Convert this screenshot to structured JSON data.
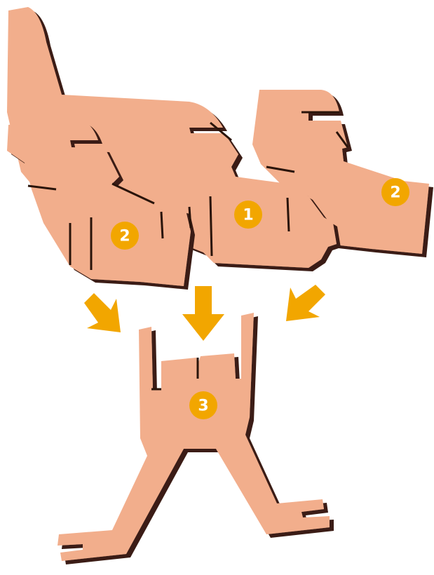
{
  "colors": {
    "piece_fill": "#F2AE8C",
    "piece_edge": "#3B1F12",
    "piece_slot": "#2A140A",
    "badge_fill": "#F2A600",
    "arrow_fill": "#F2A600",
    "background": "#FFFFFF"
  },
  "badges": {
    "big_piece": "1",
    "left_piece": "2",
    "right_piece": "2",
    "stand_piece": "3"
  },
  "arrows": {
    "left": "arrow-down-right-icon",
    "middle": "arrow-down-icon",
    "right": "arrow-down-left-icon"
  }
}
